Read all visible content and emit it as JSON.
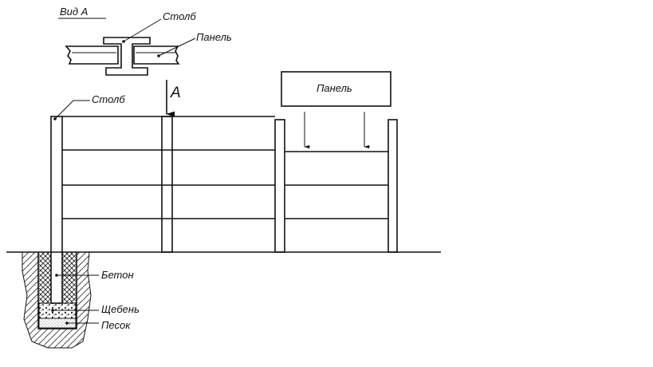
{
  "view_label": "Вид  А",
  "arrow_marker": "А",
  "labels": {
    "post_top": "Столб",
    "panel_top": "Панель",
    "post_main": "Столб",
    "panel_box": "Панель",
    "concrete": "Бетон",
    "gravel": "Щебень",
    "sand": "Песок"
  }
}
